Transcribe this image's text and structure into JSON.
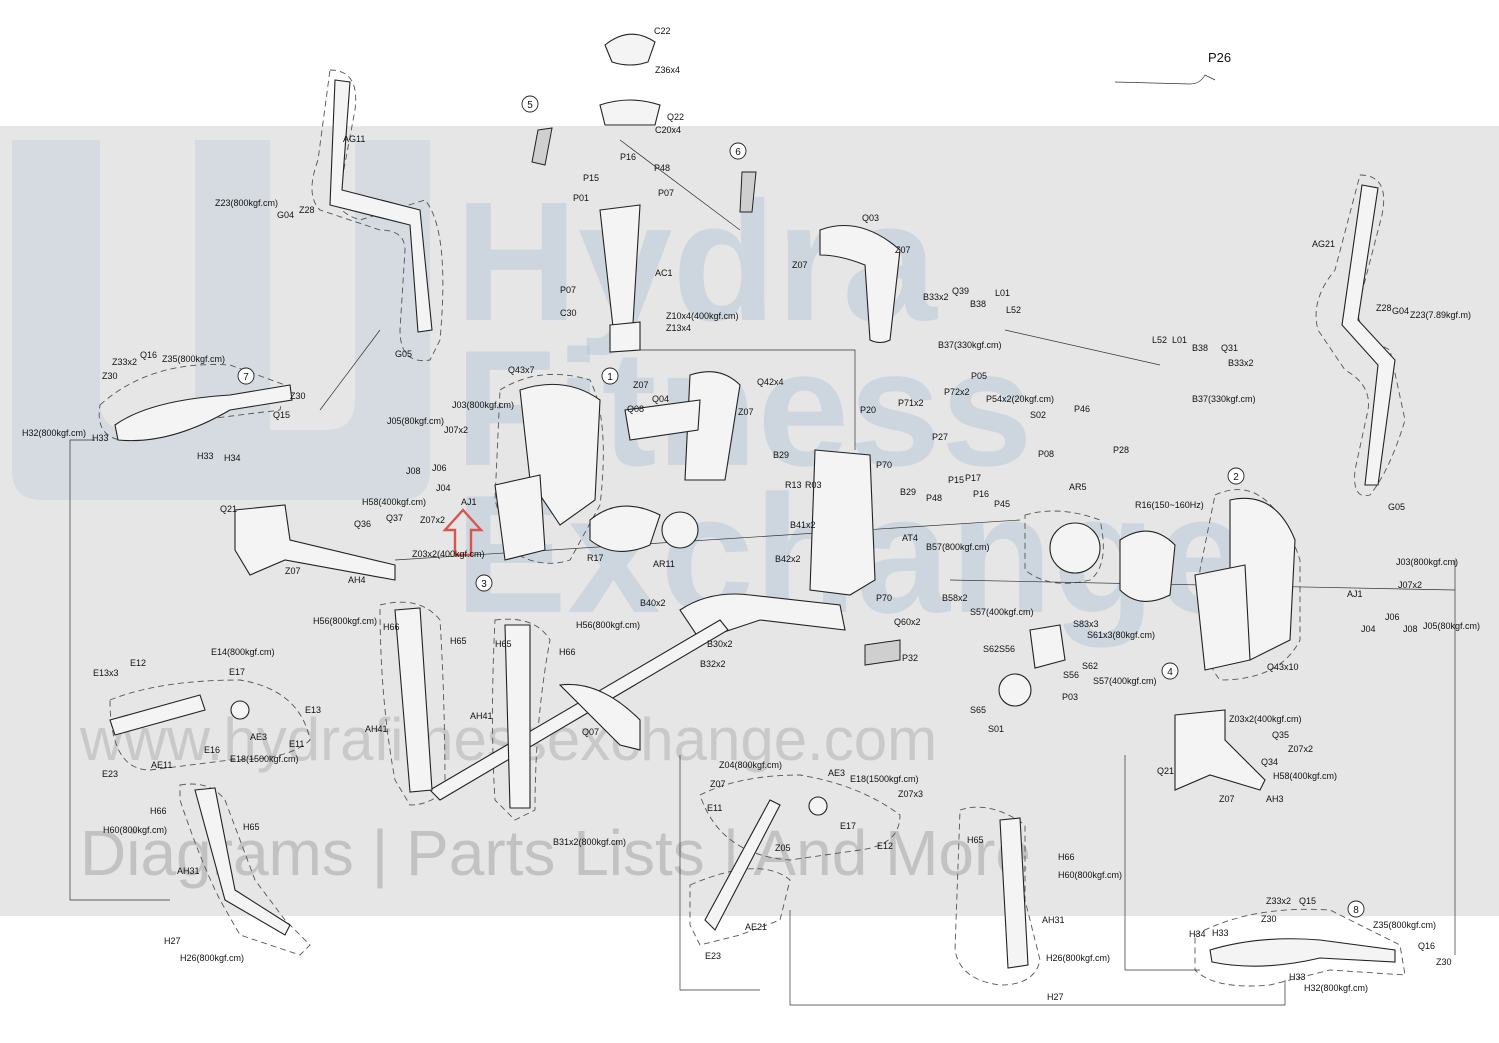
{
  "watermark": {
    "word_lines": [
      "Hydra",
      "Fitness",
      "Exchange"
    ],
    "url": "www.hydrafitnessexchange.com",
    "tagline": "Diagrams | Parts Lists | And More",
    "color": "#b9c9d8"
  },
  "callouts": [
    "1",
    "2",
    "3",
    "4",
    "5",
    "6",
    "7",
    "8"
  ],
  "labels": {
    "C22": "C22",
    "Z36x4": "Z36x4",
    "Q22": "Q22",
    "C20x4": "C20x4",
    "P26": "P26",
    "AG11": "AG11",
    "Z23_800": "Z23(800kgf.cm)",
    "G04_l": "G04",
    "Z28_l": "Z28",
    "G05_l": "G05",
    "P16_top": "P16",
    "P48_top": "P48",
    "P15_top": "P15",
    "P07_top": "P07",
    "P01": "P01",
    "P07_mid": "P07",
    "AC1": "AC1",
    "C30": "C30",
    "Z10x4": "Z10x4(400kgf.cm)",
    "Z13x4": "Z13x4",
    "Q03": "Q03",
    "Z07_q03a": "Z07",
    "Z07_q03b": "Z07",
    "B33x2_r1": "B33x2",
    "Q39": "Q39",
    "B38_r1": "B38",
    "L01_r1": "L01",
    "L52_r1": "L52",
    "B37_r1": "B37(330kgf.cm)",
    "L52_r2": "L52",
    "L01_r2": "L01",
    "B38_r2": "B38",
    "Q31": "Q31",
    "B33x2_r2": "B33x2",
    "B37_r2": "B37(330kgf.cm)",
    "AG21": "AG21",
    "Z28_r": "Z28",
    "G04_r": "G04",
    "Z23_789": "Z23(7.89kgf.m)",
    "G05_r": "G05",
    "Z33x2_l": "Z33x2",
    "Q16_l": "Q16",
    "Z35_l": "Z35(800kgf.cm)",
    "Z30_l1": "Z30",
    "Z30_l2": "Z30",
    "Q15_l": "Q15",
    "H32_l": "H32(800kgf.cm)",
    "H33_l1": "H33",
    "H33_l2": "H33",
    "H34_l": "H34",
    "Q43x7": "Q43x7",
    "J03_l": "J03(800kgf.cm)",
    "J05_l": "J05(80kgf.cm)",
    "J07x2_l": "J07x2",
    "J08_l": "J08",
    "J06_l": "J06",
    "J04": "J04",
    "AJ1_l": "AJ1",
    "Z07_q04a": "Z07",
    "Q04": "Q04",
    "Q42x4": "Q42x4",
    "Q08": "Q08",
    "Z07_q04b": "Z07",
    "P71x2": "P71x2",
    "P72x2": "P72x2",
    "P05": "P05",
    "P54x2": "P54x2(20kgf.cm)",
    "S02": "S02",
    "P46": "P46",
    "P20": "P20",
    "P27": "P27",
    "P08": "P08",
    "P28": "P28",
    "B29_a": "B29",
    "P70_a": "P70",
    "R13": "R13",
    "R03": "R03",
    "B29_b": "B29",
    "P15_mid": "P15",
    "P17": "P17",
    "P48_mid": "P48",
    "P16_mid": "P16",
    "P45": "P45",
    "AR5": "AR5",
    "R16": "R16(150~160Hz)",
    "H58_l": "H58(400kgf.cm)",
    "Q21_l": "Q21",
    "Q36": "Q36",
    "Q37": "Q37",
    "Z07x2_l": "Z07x2",
    "Z03x2_l": "Z03x2(400kgf.cm)",
    "Z07_ah4": "Z07",
    "AH4": "AH4",
    "R17": "R17",
    "AR11": "AR11",
    "B41x2": "B41x2",
    "B42x2": "B42x2",
    "AT4": "AT4",
    "B57": "B57(800kgf.cm)",
    "P70_b": "P70",
    "B58x2": "B58x2",
    "B40x2": "B40x2",
    "B30x2": "B30x2",
    "B32x2": "B32x2",
    "Q60x2": "Q60x2",
    "P32": "P32",
    "S57_a": "S57(400kgf.cm)",
    "S83x3": "S83x3",
    "S61x3": "S61x3(80kgf.cm)",
    "S62S56": "S62S56",
    "S56": "S56",
    "S62": "S62",
    "S57_b": "S57(400kgf.cm)",
    "S65": "S65",
    "S01": "S01",
    "P03": "P03",
    "Q43x10": "Q43x10",
    "J03_r": "J03(800kgf.cm)",
    "J07x2_r": "J07x2",
    "AJ1_r": "AJ1",
    "J06_r": "J06",
    "J08_r": "J08",
    "J04_r": "J04",
    "J05_r": "J05(80kgf.cm)",
    "H56_a": "H56(800kgf.cm)",
    "H66_a": "H66",
    "H65_a": "H65",
    "H65_b": "H65",
    "H56_b": "H56(800kgf.cm)",
    "H66_b": "H66",
    "E14": "E14(800kgf.cm)",
    "E13x3": "E13x3",
    "E12_l": "E12",
    "E17_l": "E17",
    "E13": "E13",
    "AE3_l": "AE3",
    "E11_l": "E11",
    "E16": "E16",
    "E18_l": "E18(1500kgf.cm)",
    "AE11": "AE11",
    "E23_l": "E23",
    "AH41_a": "AH41",
    "AH41_b": "AH41",
    "Q07": "Q07",
    "H66_c": "H66",
    "H65_c": "H65",
    "H60_l": "H60(800kgf.cm)",
    "AH31_l": "AH31",
    "H27_l": "H27",
    "H26_l": "H26(800kgf.cm)",
    "B31x2": "B31x2(800kgf.cm)",
    "Z04": "Z04(800kgf.cm)",
    "Z07_e11": "Z07",
    "E11_r": "E11",
    "AE3_r": "AE3",
    "E18_r": "E18(1500kgf.cm)",
    "Z07x3": "Z07x3",
    "E17_r": "E17",
    "E12_r": "E12",
    "Z05": "Z05",
    "AE21": "AE21",
    "E23_r": "E23",
    "H65_d": "H65",
    "H66_d": "H66",
    "H60_r": "H60(800kgf.cm)",
    "AH31_r": "AH31",
    "H26_r": "H26(800kgf.cm)",
    "H27_r": "H27",
    "Q21_r": "Q21",
    "Z03x2_r": "Z03x2(400kgf.cm)",
    "Q35": "Q35",
    "Z07x2_r": "Z07x2",
    "Q34": "Q34",
    "H58_r": "H58(400kgf.cm)",
    "Z07_ah3": "Z07",
    "AH3": "AH3",
    "Z33x2_r": "Z33x2",
    "Q15_r": "Q15",
    "Z30_r1": "Z30",
    "H34_r": "H34",
    "H33_r1": "H33",
    "Z35_r": "Z35(800kgf.cm)",
    "Q16_r": "Q16",
    "Z30_r2": "Z30",
    "H33_r2": "H33",
    "H32_r": "H32(800kgf.cm)"
  }
}
